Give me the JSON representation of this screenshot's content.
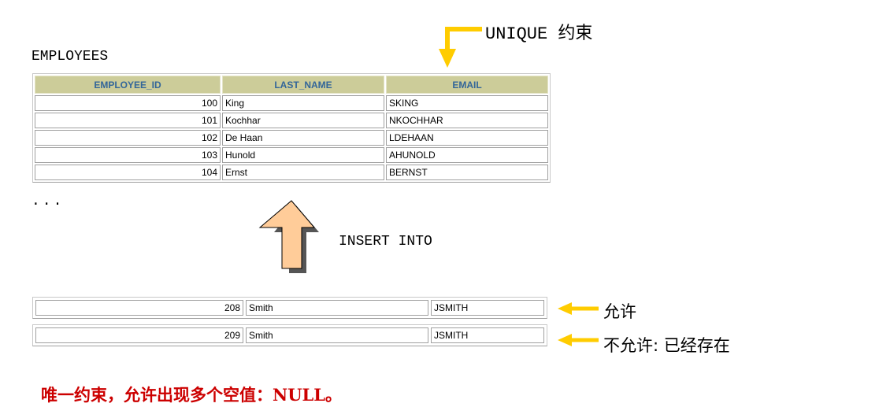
{
  "table_label": "EMPLOYEES",
  "ellipsis": "...",
  "unique_label": "UNIQUE 约束",
  "insert_label": "INSERT INTO",
  "columns": [
    "EMPLOYEE_ID",
    "LAST_NAME",
    "EMAIL"
  ],
  "rows": [
    {
      "id": "100",
      "last_name": "King",
      "email": "SKING"
    },
    {
      "id": "101",
      "last_name": "Kochhar",
      "email": "NKOCHHAR"
    },
    {
      "id": "102",
      "last_name": "De Haan",
      "email": "LDEHAAN"
    },
    {
      "id": "103",
      "last_name": "Hunold",
      "email": "AHUNOLD"
    },
    {
      "id": "104",
      "last_name": "Ernst",
      "email": "BERNST"
    }
  ],
  "inserted_rows": [
    {
      "id": "208",
      "last_name": "Smith",
      "email": "JSMITH",
      "status": "允许"
    },
    {
      "id": "209",
      "last_name": "Smith",
      "email": "JSMITH",
      "status": "不允许: 已经存在"
    }
  ],
  "note": "唯一约束，允许出现多个空值：NULL。",
  "colors": {
    "header_bg": "#cccc99",
    "header_text": "#336699",
    "callout_arrow": "#ffcc00",
    "insert_arrow": "#ffcc99",
    "note_text": "#cc0000"
  }
}
